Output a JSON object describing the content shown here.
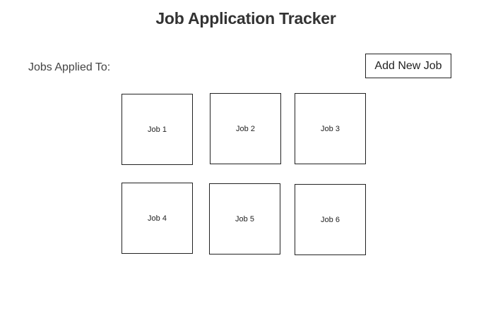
{
  "header": {
    "title": "Job Application Tracker"
  },
  "jobs_section": {
    "label": "Jobs Applied To:",
    "add_button_label": "Add New Job",
    "jobs": [
      {
        "label": "Job 1"
      },
      {
        "label": "Job 2"
      },
      {
        "label": "Job 3"
      },
      {
        "label": "Job 4"
      },
      {
        "label": "Job 5"
      },
      {
        "label": "Job 6"
      }
    ]
  }
}
